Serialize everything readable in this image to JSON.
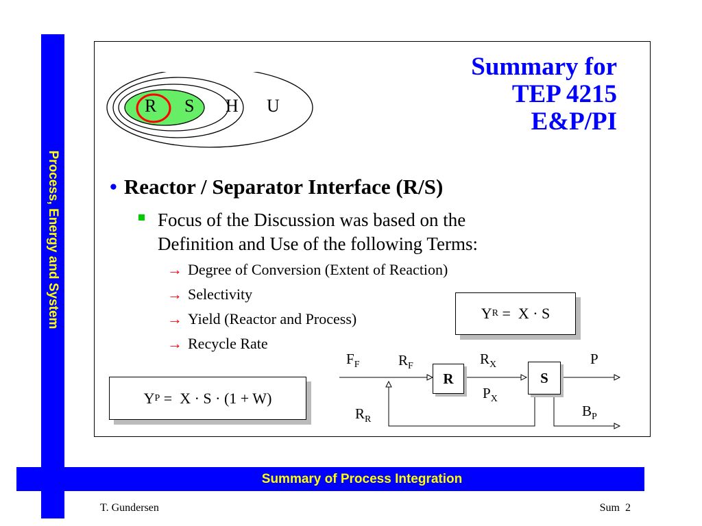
{
  "sidebar": {
    "label": "Process, Energy and System"
  },
  "footer_bar": {
    "label": "Summary of Process Integration"
  },
  "footer": {
    "author": "T. Gundersen",
    "page": "Sum  2"
  },
  "title": {
    "line1": "Summary for",
    "line2": "TEP 4215",
    "line3": "E&P/PI"
  },
  "venn": {
    "r": "R",
    "s": "S",
    "h": "H",
    "u": "U"
  },
  "bullet": {
    "heading": "Reactor / Separator Interface (R/S)"
  },
  "sub": {
    "line1": "Focus of the Discussion was based on the",
    "line2": "Definition and Use of the following Terms:"
  },
  "terms": [
    "Degree of Conversion (Extent of Reaction)",
    "Selectivity",
    "Yield (Reactor and Process)",
    "Recycle Rate"
  ],
  "formula_reactor": {
    "y": "Y",
    "sub": "R",
    "rhs": " =  X · S"
  },
  "formula_process": {
    "y": "Y",
    "sub": "P",
    "rhs": " =  X · S · (1 + W)"
  },
  "diagram": {
    "ff": "F",
    "ff_sub": "F",
    "rf": "R",
    "rf_sub": "F",
    "rx": "R",
    "rx_sub": "X",
    "p": "P",
    "px": "P",
    "px_sub": "X",
    "rr": "R",
    "rr_sub": "R",
    "bp": "B",
    "bp_sub": "P",
    "block_r": "R",
    "block_s": "S"
  },
  "colors": {
    "blue_bar": "#0000ff",
    "yellow_text": "#ffff00",
    "title": "#0000ff",
    "venn_fill": "#66ee66",
    "circle": "#ff0000",
    "arrow": "#ff0000",
    "square": "#00cc00"
  }
}
